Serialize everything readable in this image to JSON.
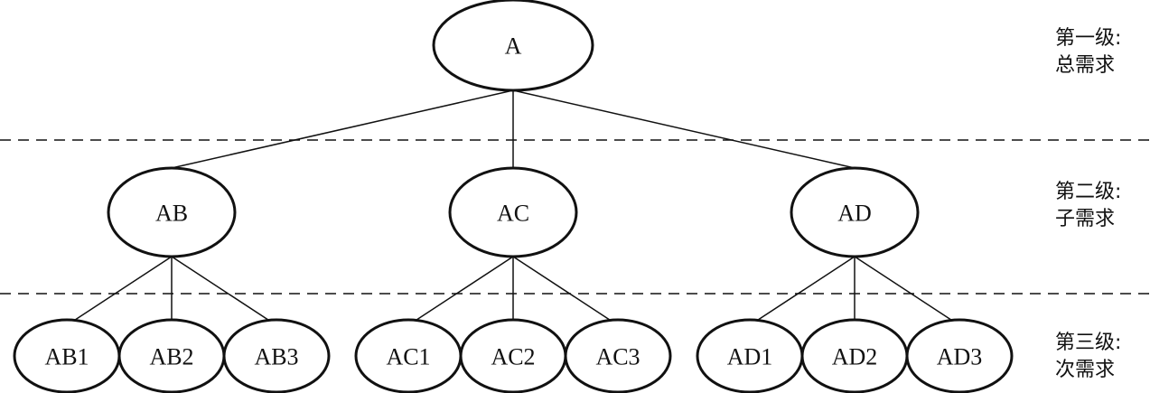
{
  "nodes": {
    "a": "A",
    "ab": "AB",
    "ac": "AC",
    "ad": "AD",
    "ab1": "AB1",
    "ab2": "AB2",
    "ab3": "AB3",
    "ac1": "AC1",
    "ac2": "AC2",
    "ac3": "AC3",
    "ad1": "AD1",
    "ad2": "AD2",
    "ad3": "AD3"
  },
  "levels": [
    {
      "line1": "第一级:",
      "line2": "总需求"
    },
    {
      "line1": "第二级:",
      "line2": "子需求"
    },
    {
      "line1": "第三级:",
      "line2": "次需求"
    }
  ]
}
